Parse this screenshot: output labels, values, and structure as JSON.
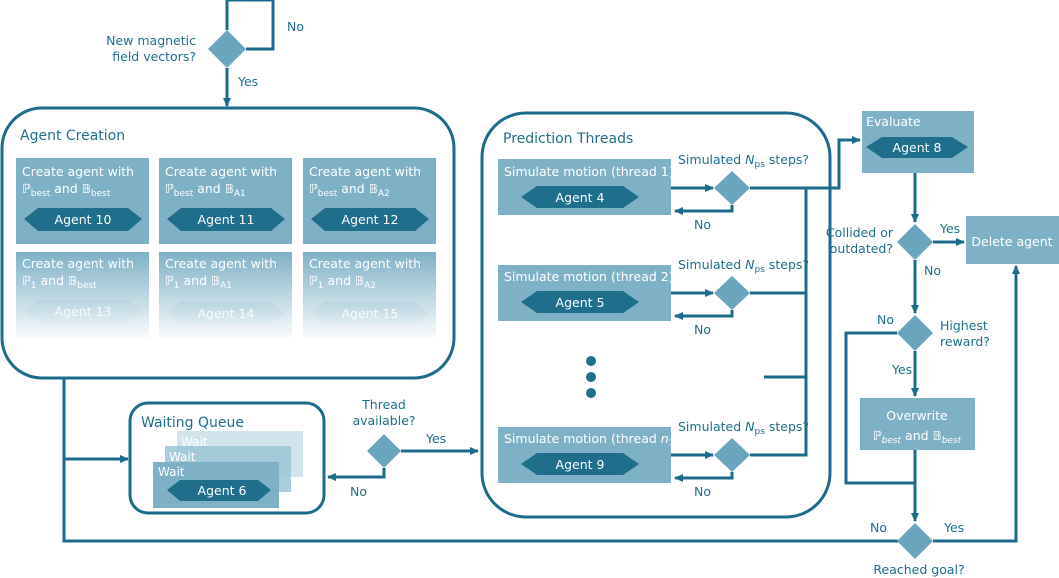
{
  "top_decision": {
    "question_line1": "New magnetic",
    "question_line2": "field vectors?",
    "yes": "Yes",
    "no": "No"
  },
  "agent_creation": {
    "title": "Agent Creation",
    "cards": [
      {
        "line1": "Create agent with",
        "p_base": "ℙ",
        "p_sub": "best",
        "b_base": "𝔹",
        "b_sub": "best",
        "agent": "Agent 10"
      },
      {
        "line1": "Create agent with",
        "p_base": "ℙ",
        "p_sub": "best",
        "b_base": "𝔹",
        "b_sub": "A1",
        "agent": "Agent 11"
      },
      {
        "line1": "Create agent with",
        "p_base": "ℙ",
        "p_sub": "best",
        "b_base": "𝔹",
        "b_sub": "A2",
        "agent": "Agent 12"
      },
      {
        "line1": "Create agent with",
        "p_base": "ℙ",
        "p_sub": "1",
        "b_base": "𝔹",
        "b_sub": "best",
        "agent": "Agent 13"
      },
      {
        "line1": "Create agent with",
        "p_base": "ℙ",
        "p_sub": "1",
        "b_base": "𝔹",
        "b_sub": "A1",
        "agent": "Agent 14"
      },
      {
        "line1": "Create agent with",
        "p_base": "ℙ",
        "p_sub": "1",
        "b_base": "𝔹",
        "b_sub": "A2",
        "agent": "Agent 15"
      }
    ],
    "and_word": "and"
  },
  "waiting_queue": {
    "title": "Waiting Queue",
    "wait_labels": [
      "Wait",
      "Wait",
      "Wait"
    ],
    "agent": "Agent 6"
  },
  "thread_decision": {
    "line1": "Thread",
    "line2": "available?",
    "yes": "Yes",
    "no": "No"
  },
  "prediction": {
    "title": "Prediction Threads",
    "threads": [
      {
        "label_prefix": "Simulate motion (thread ",
        "label_var": "1",
        "label_var_sub": "",
        "label_suffix": ")",
        "agent": "Agent 4"
      },
      {
        "label_prefix": "Simulate motion (thread ",
        "label_var": "2",
        "label_var_sub": "",
        "label_suffix": ")",
        "agent": "Agent 5"
      },
      {
        "label_prefix": "Simulate motion (thread ",
        "label_var": "n",
        "label_var_sub": "T",
        "label_suffix": ")",
        "agent": "Agent 9"
      }
    ],
    "sim_question": {
      "prefix": "Simulated ",
      "var": "N",
      "sub": "ps",
      "suffix": " steps?"
    },
    "no": "No"
  },
  "evaluate": {
    "title": "Evaluate",
    "agent": "Agent 8"
  },
  "collided_decision": {
    "line1": "Collided or",
    "line2": "outdated?",
    "yes": "Yes",
    "no": "No"
  },
  "delete_agent": "Delete agent",
  "reward_decision": {
    "line1": "Highest",
    "line2": "reward?",
    "yes": "Yes",
    "no": "No"
  },
  "overwrite": {
    "line1": "Overwrite",
    "p_base": "ℙ",
    "p_sub": "best",
    "and_word": "and",
    "b_base": "𝔹",
    "b_sub": "best"
  },
  "goal_decision": {
    "label": "Reached goal?",
    "yes": "Yes",
    "no": "No"
  },
  "colors": {
    "line": "#1d6b8b",
    "card": "#7fb1c6",
    "agent_hex": "#1f6e8c",
    "decision": "#6ba5bd",
    "label": "#1f6e8c"
  }
}
